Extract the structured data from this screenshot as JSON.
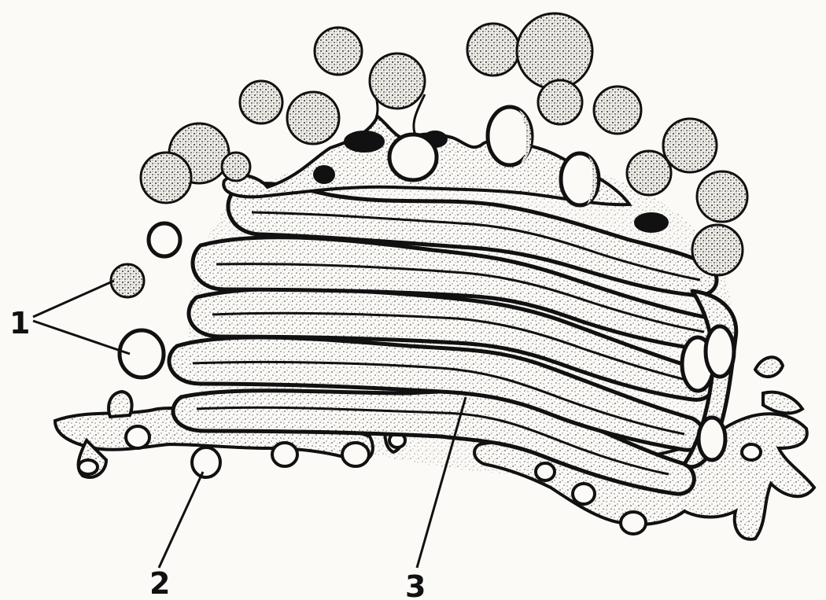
{
  "labels": {
    "one": "1",
    "two": "2",
    "three": "3"
  },
  "colors": {
    "ink": "#111111",
    "paper": "#fbfaf7",
    "stipple": "#555555"
  }
}
